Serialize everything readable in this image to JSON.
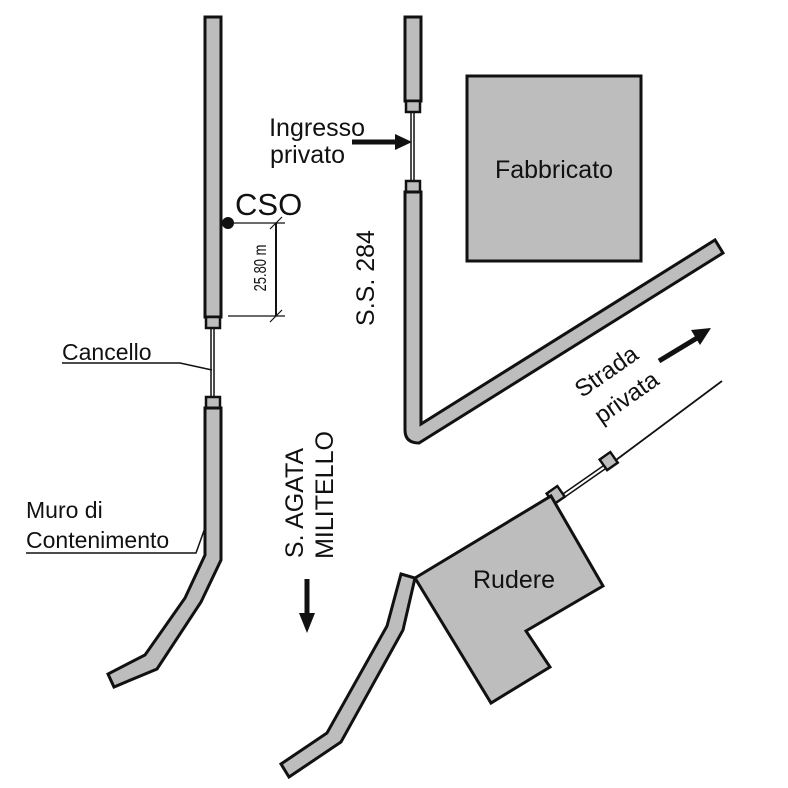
{
  "labels": {
    "ingresso_line1": "Ingresso",
    "ingresso_line2": "privato",
    "fabbricato": "Fabbricato",
    "cso": "CSO",
    "dimension": "25.80 m",
    "road": "S.S. 284",
    "cancello": "Cancello",
    "strada_line1": "Strada",
    "strada_line2": "privata",
    "direction_line1": "S. AGATA",
    "direction_line2": "MILITELLO",
    "muro_line1": "Muro di",
    "muro_line2": "Contenimento",
    "rudere": "Rudere"
  },
  "colors": {
    "wall_fill": "#bdbdbd",
    "building_fill": "#bdbdbd",
    "stroke": "#111111",
    "background": "#ffffff"
  }
}
